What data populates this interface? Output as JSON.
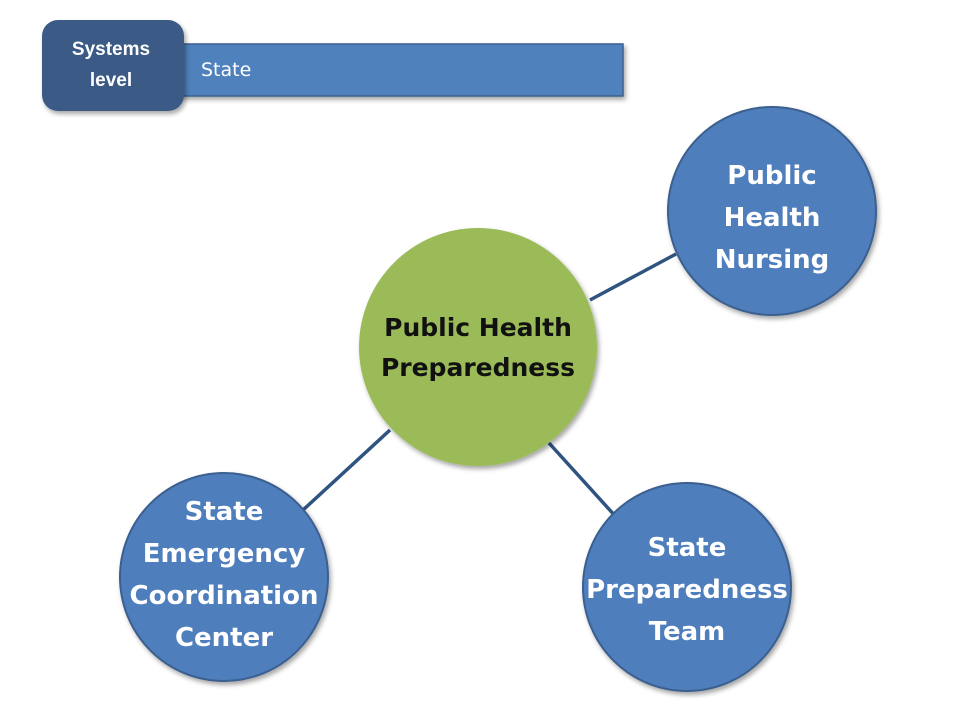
{
  "header": {
    "badge_lines": [
      "Systems",
      "level"
    ],
    "banner_label": "State"
  },
  "center": {
    "lines": [
      "Public Health",
      "Preparedness"
    ]
  },
  "nodes": [
    {
      "id": "public-health-nursing",
      "lines": [
        "Public",
        "Health",
        "Nursing"
      ]
    },
    {
      "id": "state-emergency-coordination-center",
      "lines": [
        "State",
        "Emergency",
        "Coordination",
        "Center"
      ]
    },
    {
      "id": "state-preparedness-team",
      "lines": [
        "State",
        "Preparedness",
        "Team"
      ]
    }
  ],
  "colors": {
    "badge_fill": "#3a5a86",
    "banner_fill": "#4f81bd",
    "node_fill": "#4f7ebc",
    "node_stroke": "#3b5f8f",
    "center_fill": "#9bbb59",
    "connector": "#2f5480"
  }
}
